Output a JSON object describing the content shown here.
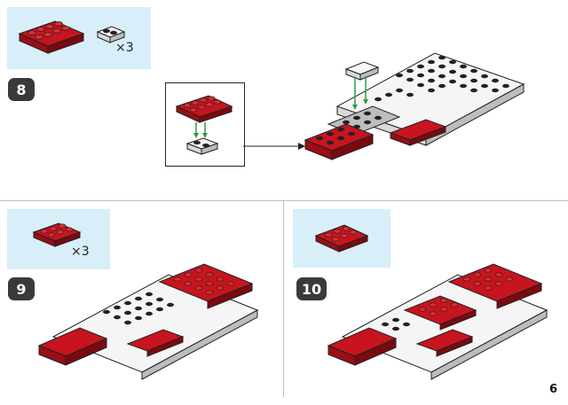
{
  "steps": [
    {
      "number": "8",
      "parts": [
        {
          "quantity": ""
        },
        {
          "quantity": "×3"
        }
      ]
    },
    {
      "number": "9",
      "parts": [
        {
          "quantity": "×3"
        }
      ]
    },
    {
      "number": "10",
      "parts": [
        {
          "quantity": ""
        }
      ]
    }
  ],
  "page_number": "6",
  "colors": {
    "red": "#c8141e",
    "white": "#f5f5f5",
    "gray": "#bdbdbd",
    "dark": "#3a3a3a",
    "parts_bg": "#d8eef8",
    "arrow": "#2e9a3e"
  },
  "icons": [
    "arrow-right-icon",
    "down-arrow-icon"
  ]
}
